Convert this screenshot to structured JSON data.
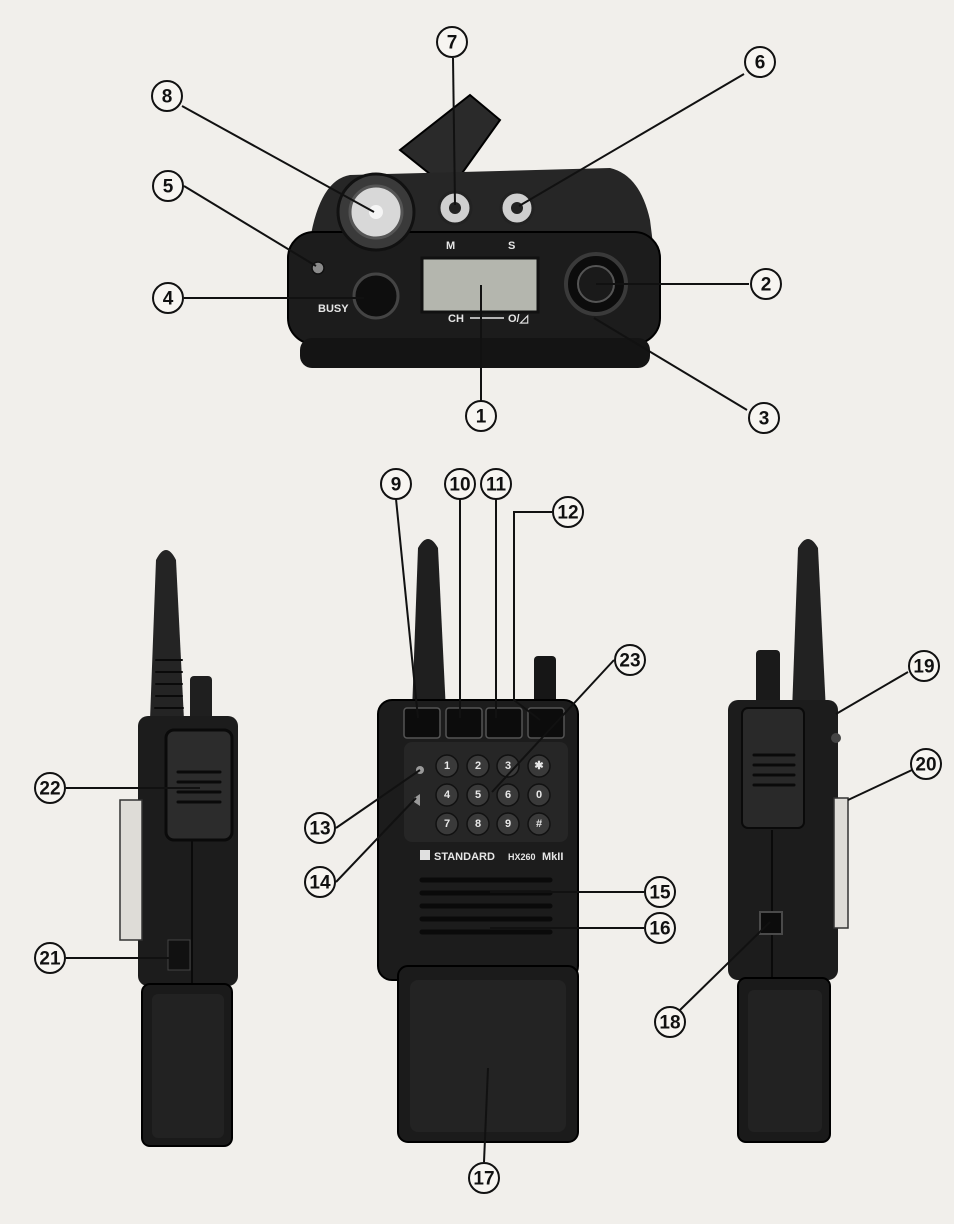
{
  "callouts": [
    "1",
    "2",
    "3",
    "4",
    "5",
    "6",
    "7",
    "8",
    "9",
    "10",
    "11",
    "12",
    "13",
    "14",
    "15",
    "16",
    "17",
    "18",
    "19",
    "20",
    "21",
    "22",
    "23"
  ],
  "top_panel": {
    "m_label": "M",
    "s_label": "S",
    "busy_label": "BUSY",
    "ch_label": "CH",
    "power_symbol": "O/◿"
  },
  "front": {
    "keypad": [
      "1",
      "2",
      "3",
      "✱",
      "4",
      "5",
      "6",
      "0",
      "7",
      "8",
      "9",
      "#"
    ],
    "brand": "STANDARD",
    "model": "HX260",
    "model_suffix": "MkII"
  }
}
